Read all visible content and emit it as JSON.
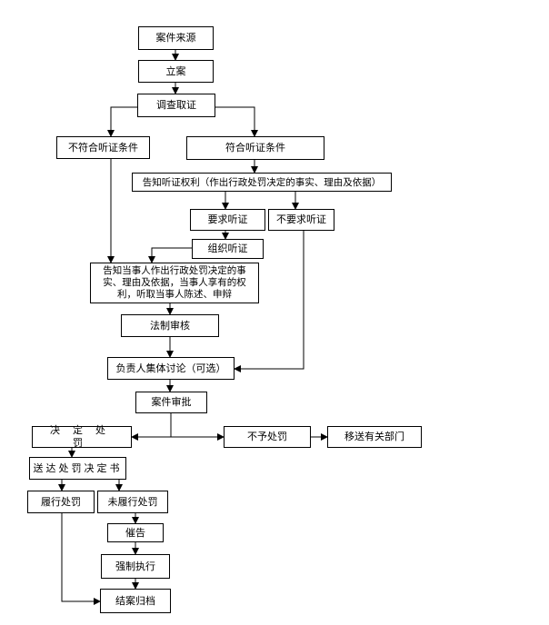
{
  "nodes": {
    "case_source": "案件来源",
    "filing": "立案",
    "investigation": "调查取证",
    "not_hearing_eligible": "不符合听证条件",
    "hearing_eligible": "符合听证条件",
    "notify_hearing_rights": "告知听证权利（作出行政处罚决定的事实、理由及依据）",
    "request_hearing": "要求听证",
    "no_request_hearing": "不要求听证",
    "organize_hearing": "组织听证",
    "notify_party": "告知当事人作出行政处罚决定的事实、理由及依据，当事人享有的权利，听取当事人陈述、申辩",
    "legal_review": "法制审核",
    "collective_discussion": "负责人集体讨论（可选）",
    "case_approval": "案件审批",
    "decide_penalty": "决定处罚",
    "no_penalty": "不予处罚",
    "transfer_department": "移送有关部门",
    "serve_decision": "送达处罚决定书",
    "perform_penalty": "履行处罚",
    "not_perform_penalty": "未履行处罚",
    "urge": "催告",
    "enforce": "强制执行",
    "close_archive": "结案归档"
  }
}
